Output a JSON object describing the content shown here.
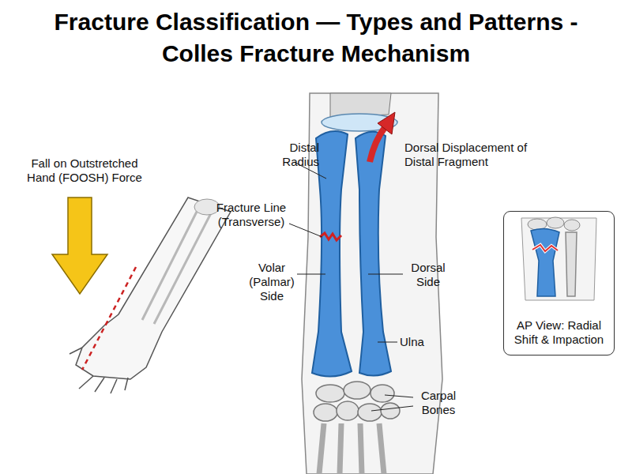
{
  "diagram": {
    "title": "Fracture Classification — Types and Patterns - Colles Fracture Mechanism",
    "nodes": [
      {
        "text": [
          "AP View: Radial Shift & Impaction"
        ]
      }
    ],
    "labels": [
      "Fall on Outstretched Hand (FOOSH) Force",
      "Distal Radius",
      "Fracture Line (Transverse)",
      "Volar (Palmar) Side",
      "Dorsal Displacement of Distal Fragment",
      "Dorsal Side",
      "Ulna",
      "Carpal Bones"
    ]
  }
}
